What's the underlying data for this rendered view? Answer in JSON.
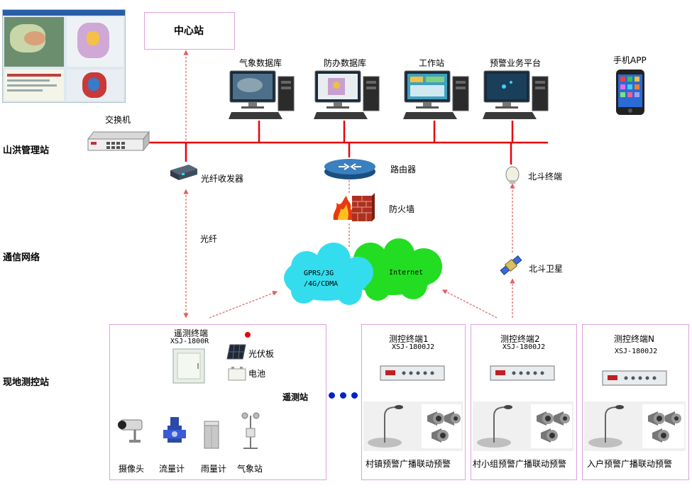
{
  "center_station": "中心站",
  "tiers": {
    "management": "山洪管理站",
    "network": "通信网络",
    "field": "现地测控站"
  },
  "management": {
    "switch": "交换机",
    "workstations": [
      "气象数据库",
      "防办数据库",
      "工作站",
      "预警业务平台"
    ],
    "mobile_app": "手机APP",
    "fiber_transceiver": "光纤收发器",
    "router": "路由器",
    "firewall": "防火墙",
    "beidou_terminal": "北斗终端"
  },
  "network": {
    "fiber": "光纤",
    "cloud_gprs": [
      "GPRS/3G",
      "/4G/CDMA"
    ],
    "cloud_internet": "Internet",
    "beidou_satellite": "北斗卫星"
  },
  "field": {
    "telemetry_title": "遥测终端",
    "telemetry_model": "XSJ-1800R",
    "solar_panel": "光伏板",
    "battery": "电池",
    "sensors": [
      "摄像头",
      "流量计",
      "雨量计",
      "气象站"
    ],
    "station_label": "遥测站",
    "terminals": [
      {
        "title": "测控终端1",
        "model": "XSJ-1800J2",
        "caption": "村镇预警广播联动预警"
      },
      {
        "title": "测控终端2",
        "model": "XSJ-1800J2",
        "caption": "村小组预警广播联动预警"
      },
      {
        "title": "测控终端N",
        "model": "XSJ-1800J2",
        "caption": "入户预警广播联动预警"
      }
    ]
  },
  "colors": {
    "bus": "#e8000c",
    "dashed": "#e06060",
    "box_border": "#e0a0e0",
    "cloud_cyan": "#33ddee",
    "cloud_green": "#22dd22",
    "dots": "#0022cc"
  }
}
